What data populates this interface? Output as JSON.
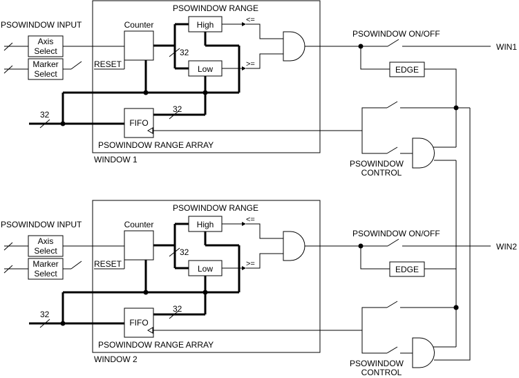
{
  "windows": [
    {
      "input_label": "PSOWINDOW INPUT",
      "axis_select": [
        "Axis",
        "Select"
      ],
      "marker_select": [
        "Marker",
        "Select"
      ],
      "counter": "Counter",
      "reset": "RESET",
      "range_title": "PSOWINDOW RANGE",
      "high": "High",
      "low": "Low",
      "le": "<=",
      "ge": ">=",
      "bus_counter": "32",
      "bus_fifo": "32",
      "bus_input": "32",
      "fifo": "FIFO",
      "range_array": "PSOWINDOW RANGE ARRAY",
      "window_label": "WINDOW 1",
      "onoff": "PSOWINDOW ON/OFF",
      "edge": "EDGE",
      "control": [
        "PSOWINDOW",
        "CONTROL"
      ],
      "output": "WIN1"
    },
    {
      "input_label": "PSOWINDOW INPUT",
      "axis_select": [
        "Axis",
        "Select"
      ],
      "marker_select": [
        "Marker",
        "Select"
      ],
      "counter": "Counter",
      "reset": "RESET",
      "range_title": "PSOWINDOW RANGE",
      "high": "High",
      "low": "Low",
      "le": "<=",
      "ge": ">=",
      "bus_counter": "32",
      "bus_fifo": "32",
      "bus_input": "32",
      "fifo": "FIFO",
      "range_array": "PSOWINDOW RANGE ARRAY",
      "window_label": "WINDOW 2",
      "onoff": "PSOWINDOW ON/OFF",
      "edge": "EDGE",
      "control": [
        "PSOWINDOW",
        "CONTROL"
      ],
      "output": "WIN2"
    }
  ]
}
